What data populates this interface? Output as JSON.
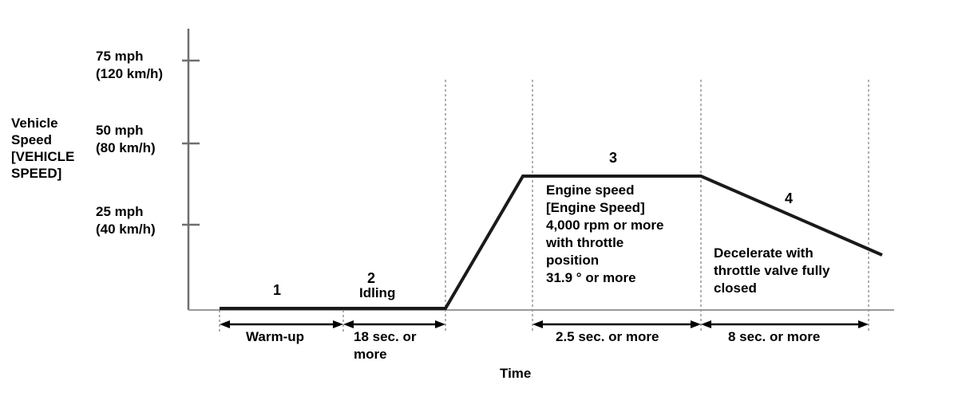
{
  "diagram": {
    "y_axis_title": "Vehicle\nSpeed\n[VEHICLE\nSPEED]",
    "x_axis_title": "Time",
    "y_ticks": [
      {
        "label": "75 mph\n(120 km/h)"
      },
      {
        "label": "50 mph\n(80 km/h)"
      },
      {
        "label": "25 mph\n(40 km/h)"
      }
    ],
    "phases": [
      {
        "number": "1",
        "label": "Warm-up"
      },
      {
        "number": "2",
        "label": "Idling"
      },
      {
        "number": "3",
        "label": "Engine speed\n[Engine Speed]\n4,000 rpm or more\nwith throttle\nposition\n31.9 ° or more"
      },
      {
        "number": "4",
        "label": "Decelerate with\nthrottle valve fully\nclosed"
      }
    ],
    "intervals": [
      {
        "label": "Warm-up"
      },
      {
        "label": "18 sec. or\nmore"
      },
      {
        "label": "2.5 sec. or more"
      },
      {
        "label": "8 sec. or more"
      }
    ]
  },
  "colors": {
    "line": "#1a1a1a",
    "axis": "#808080",
    "guide": "#999999",
    "text": "#000000"
  }
}
